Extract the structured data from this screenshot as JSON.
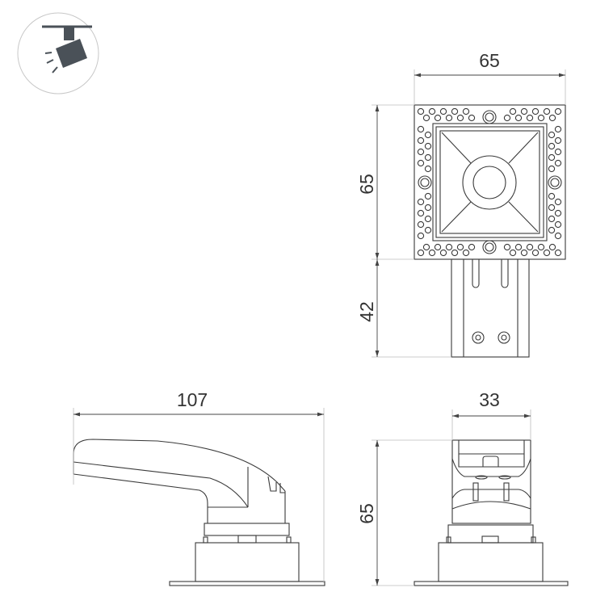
{
  "icon": {
    "name": "track-spotlight-icon",
    "accent": "#4a5158"
  },
  "dimensions": {
    "top_width": "65",
    "top_height": "65",
    "stem_length": "42",
    "side_length": "107",
    "front_width": "33",
    "front_height": "65"
  },
  "colors": {
    "line": "#3a3a3a",
    "extension": "#bbbbbb",
    "text": "#333333"
  }
}
